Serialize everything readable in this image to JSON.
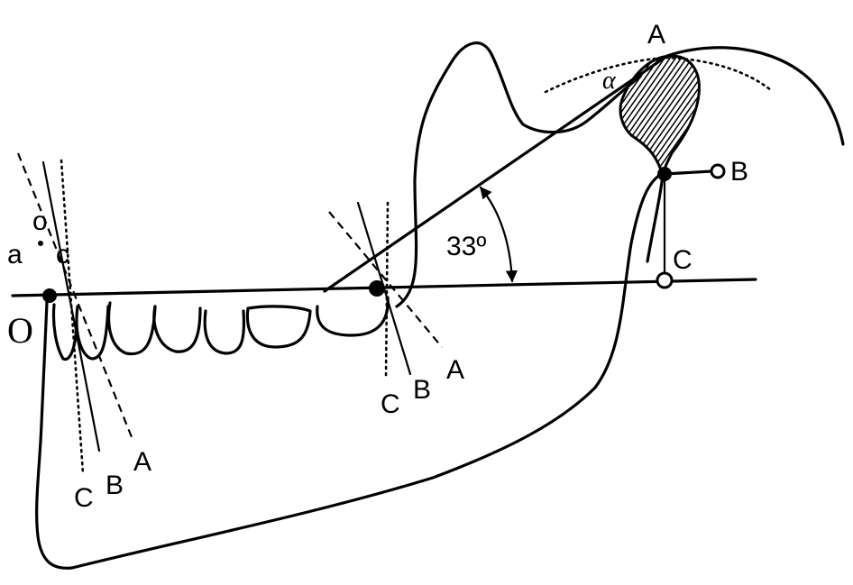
{
  "labels": {
    "condyle_top": "A",
    "alpha": "α",
    "condyle_b": "B",
    "condyle_c": "C",
    "angle": "33º",
    "origin": "O",
    "incisal_a": "a",
    "incisal_o": "o",
    "incisal_c": "c",
    "incisor_A": "A",
    "incisor_B": "B",
    "incisor_C": "C",
    "molar_A": "A",
    "molar_B": "B",
    "molar_C": "C"
  }
}
